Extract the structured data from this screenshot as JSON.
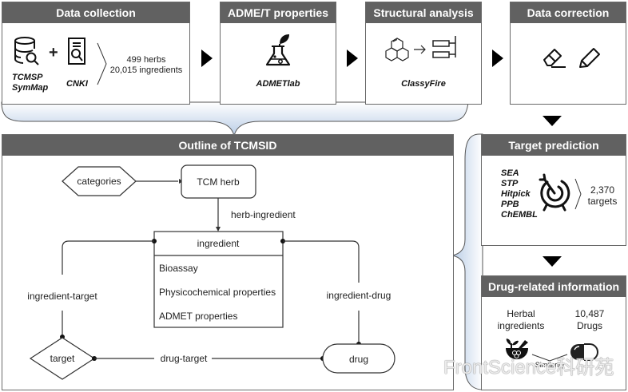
{
  "top_row": {
    "data_collection": {
      "title": "Data collection",
      "sources_a": [
        "TCMSP",
        "SymMap"
      ],
      "source_b": "CNKI",
      "plus": "+",
      "herbs": "499 herbs",
      "ingredients": "20,015 ingredients",
      "icon_a": "database-search-icon",
      "icon_b": "document-search-icon"
    },
    "admet": {
      "title": "ADME/T properties",
      "tool": "ADMETlab",
      "icon": "flask-leaf-icon"
    },
    "structural": {
      "title": "Structural analysis",
      "tool": "ClassyFire",
      "icon_a": "molecule-icon",
      "icon_b": "hierarchy-icon"
    },
    "correction": {
      "title": "Data correction",
      "icon_a": "eraser-icon",
      "icon_b": "pencil-icon"
    }
  },
  "outline": {
    "title": "Outline  of TCMSID",
    "nodes": {
      "categories": "categories",
      "tcm_herb": "TCM herb",
      "ingredient": "ingredient",
      "ingredient_fields": [
        "Bioassay",
        "Physicochemical properties",
        "ADMET properties"
      ],
      "target": "target",
      "drug": "drug"
    },
    "edges": {
      "herb_ingredient": "herb-ingredient",
      "ingredient_target": "ingredient-target",
      "ingredient_drug": "ingredient-drug",
      "drug_target": "drug-target"
    }
  },
  "target_prediction": {
    "title": "Target prediction",
    "tools": [
      "SEA",
      "STP",
      "Hitpick",
      "PPB",
      "ChEMBL"
    ],
    "count": "2,370",
    "unit": "targets",
    "icon": "target-arrow-icon"
  },
  "drug_info": {
    "title": "Drug-related information",
    "left_label_1": "Herbal",
    "left_label_2": "ingredients",
    "right_label_1": "10,487",
    "right_label_2": "Drugs",
    "similarity": "Similarity",
    "icon_a": "mortar-herb-icon",
    "icon_b": "capsule-icon"
  },
  "watermark": "FrontScience科研苑",
  "colors": {
    "header_bg": "#616161",
    "brace_fill": "#c9d8ea",
    "border": "#6a6a6a"
  }
}
